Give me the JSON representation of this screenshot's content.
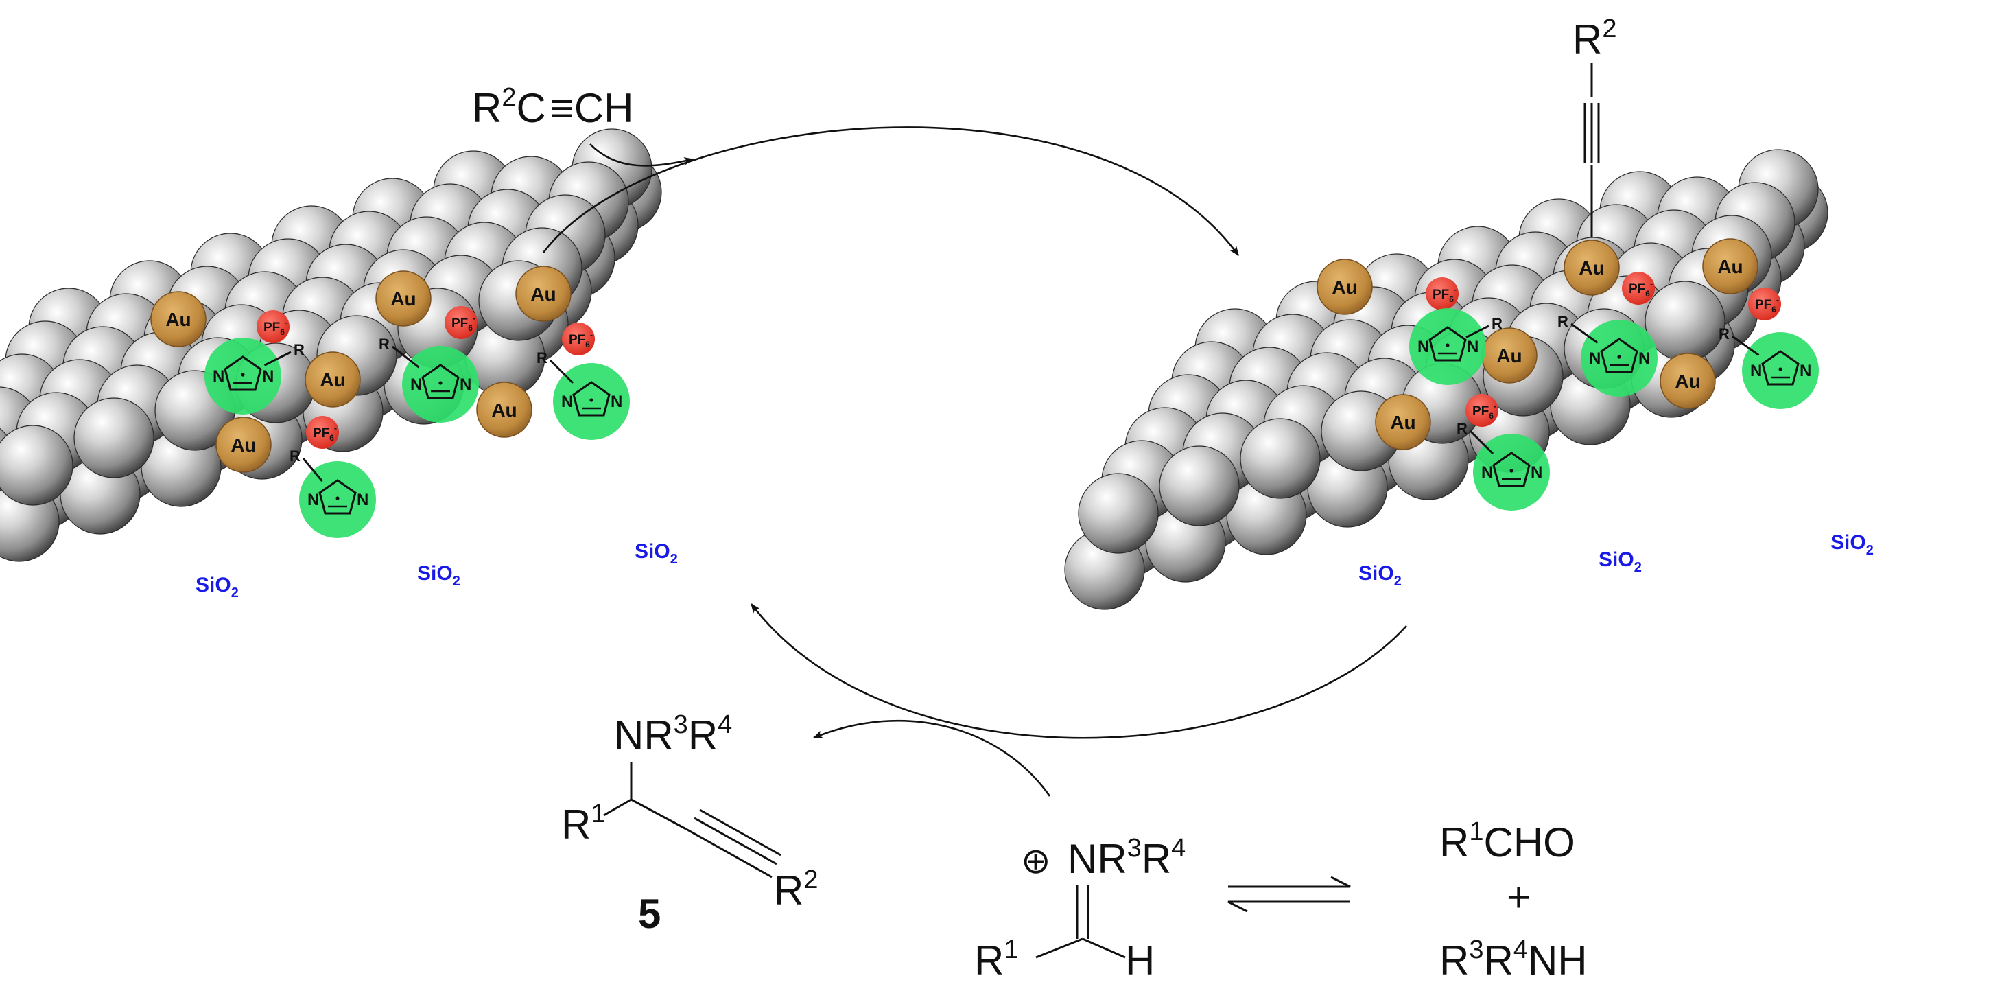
{
  "colors": {
    "gold": "#c8924a",
    "anion_red": "#e83a2e",
    "imidazolium_green": "#2fe06a",
    "support_label_blue": "#1a1ae6",
    "silica_sphere": "#8a8a8a"
  },
  "surface_labels": {
    "gold": "Au",
    "anion_main": "PF",
    "anion_sub": "6",
    "anion_sup": "-",
    "n_atom": "N",
    "r_group": "R",
    "support_main": "SiO",
    "support_sub": "2"
  },
  "reagent": {
    "r": "R",
    "r_sup": "2",
    "rest": "C",
    "triple": "≡",
    "ch": "CH"
  },
  "acetylide_r": {
    "r": "R",
    "sup": "2"
  },
  "product": {
    "amine": {
      "main": "NR",
      "sup1": "3",
      "mid": "R",
      "sup2": "4"
    },
    "r1": {
      "main": "R",
      "sup": "1"
    },
    "r2": {
      "main": "R",
      "sup": "2"
    },
    "number": "5"
  },
  "iminium": {
    "charge": "⊕",
    "amine": {
      "main": "NR",
      "sup1": "3",
      "mid": "R",
      "sup2": "4"
    },
    "r1": {
      "main": "R",
      "sup": "1"
    },
    "h": "H"
  },
  "reactants": {
    "aldehyde": {
      "r": "R",
      "sup": "1",
      "rest": "CHO"
    },
    "plus": "+",
    "amine": {
      "r": "R",
      "sup1": "3",
      "mid": "R",
      "sup2": "4",
      "rest": "NH"
    }
  }
}
